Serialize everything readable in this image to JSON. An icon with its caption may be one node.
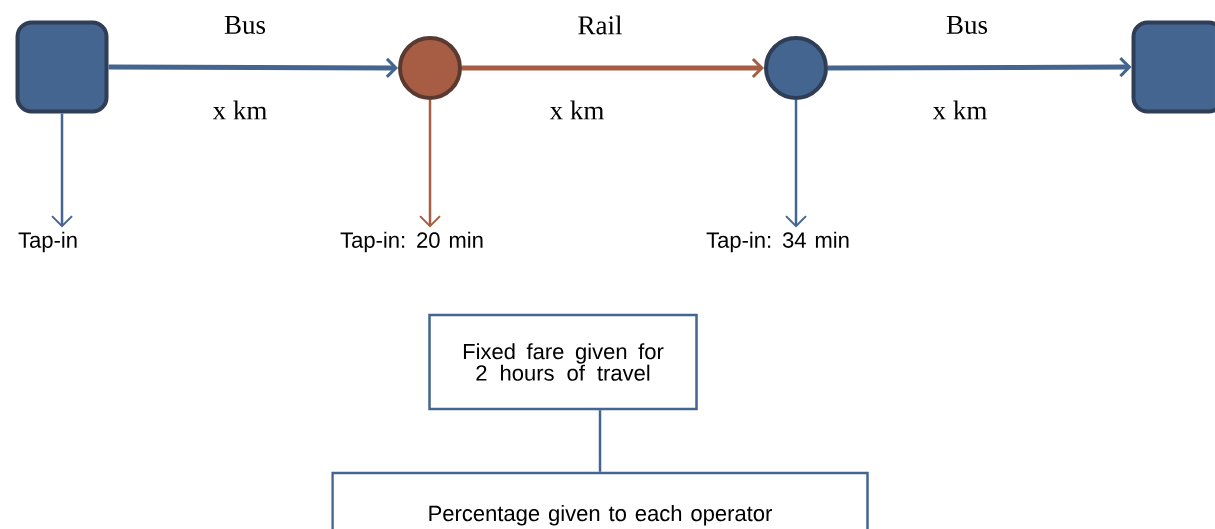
{
  "diagram": {
    "nodes": [
      {
        "text": [],
        "shape": "box"
      },
      {
        "text": [],
        "shape": "circle"
      },
      {
        "text": [],
        "shape": "circle"
      },
      {
        "text": [],
        "shape": "box"
      },
      {
        "text": [
          "Tap-in"
        ]
      },
      {
        "text": [
          "Tap-in: 20 min"
        ]
      },
      {
        "text": [
          "Tap-in: 34 min"
        ]
      },
      {
        "text": [
          "Fixed fare given for 2 hours of travel"
        ]
      },
      {
        "text": [
          "Percentage given to each operator"
        ]
      }
    ],
    "edges": [
      {
        "from": 0,
        "to": 1,
        "arrow": "to",
        "label": "Bus",
        "style": "thick"
      },
      {
        "from": 1,
        "to": 2,
        "arrow": "to",
        "label": "Rail",
        "style": "thick",
        "color": "#a65d43"
      },
      {
        "from": 2,
        "to": 3,
        "arrow": "to",
        "label": "Bus",
        "style": "thick"
      },
      {
        "from": 0,
        "to": 4,
        "arrow": "to"
      },
      {
        "from": 1,
        "to": 5,
        "arrow": "to",
        "color": "#a65d43"
      },
      {
        "from": 2,
        "to": 6,
        "arrow": "to"
      },
      {
        "from": 7,
        "to": 8,
        "arrow": "none"
      }
    ],
    "labels": [
      "x km",
      "x km",
      "x km"
    ]
  }
}
